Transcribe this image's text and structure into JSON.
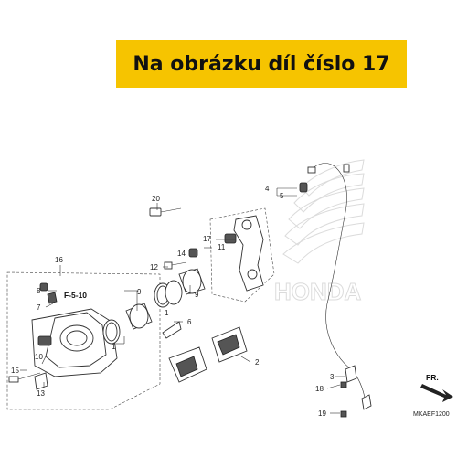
{
  "banner": {
    "text": "Na obrázku díl číslo 17",
    "color": "#f6c400"
  },
  "callouts": {
    "c1": "1",
    "c2": "2",
    "c3": "3",
    "c4": "4",
    "c5": "5",
    "c6": "6",
    "c7": "7",
    "c8": "8",
    "c9a": "9",
    "c9b": "9",
    "c10": "10",
    "c11": "11",
    "c12": "12",
    "c13": "13",
    "c14": "14",
    "c15": "15",
    "c16": "16",
    "c17": "17",
    "c18": "18",
    "c19": "19",
    "c20": "20"
  },
  "ref_label": "F-5-10",
  "direction_label": "FR.",
  "diagram_code": "MKAEF1200",
  "watermark": "HONDA"
}
